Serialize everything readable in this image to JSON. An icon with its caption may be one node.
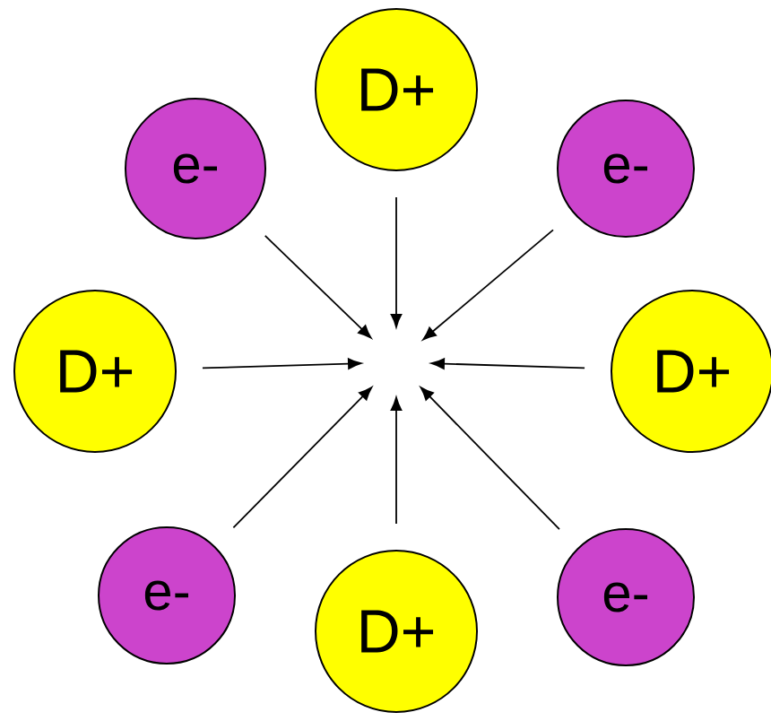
{
  "diagram": {
    "nodes": [
      {
        "text": [
          "D+"
        ]
      },
      {
        "text": [
          "e-"
        ]
      },
      {
        "text": [
          "e-"
        ]
      },
      {
        "text": [
          "D+"
        ]
      },
      {
        "text": [
          "D+"
        ]
      },
      {
        "text": [
          "e-"
        ]
      },
      {
        "text": [
          "D+"
        ]
      },
      {
        "text": [
          "e-"
        ]
      }
    ],
    "edges": [
      {
        "from": 0,
        "to": null,
        "arrow": "to"
      },
      {
        "from": 1,
        "to": null,
        "arrow": "to"
      },
      {
        "from": 2,
        "to": null,
        "arrow": "to"
      },
      {
        "from": 3,
        "to": null,
        "arrow": "to"
      },
      {
        "from": 4,
        "to": null,
        "arrow": "to"
      },
      {
        "from": 5,
        "to": null,
        "arrow": "to"
      },
      {
        "from": 6,
        "to": null,
        "arrow": "to"
      },
      {
        "from": 7,
        "to": null,
        "arrow": "to"
      }
    ]
  }
}
